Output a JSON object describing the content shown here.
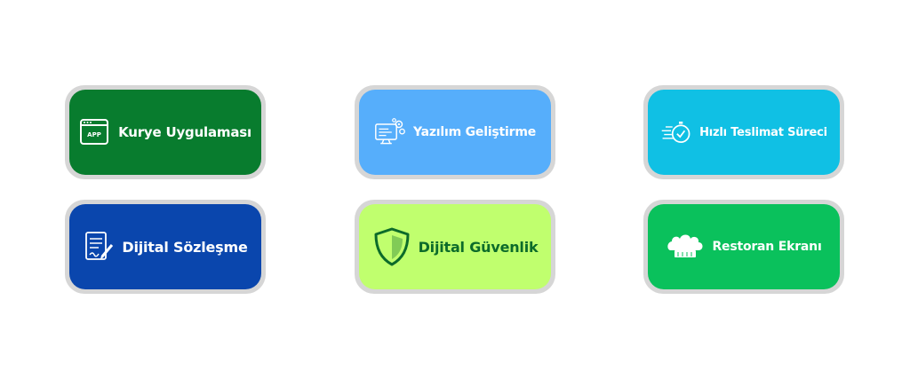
{
  "colors": {
    "frame": "#d6d6d6",
    "white": "#ffffff",
    "dark_green_text": "#0c6b2a"
  },
  "cards": [
    {
      "label": "Kurye Uygulaması",
      "icon": "app-window-icon",
      "icon_text": "APP",
      "bg": "#087c2e",
      "fg": "#ffffff"
    },
    {
      "label": "Yazılım Geliştirme",
      "icon": "software-dev-icon",
      "bg": "#56aefb",
      "fg": "#ffffff"
    },
    {
      "label": "Hızlı Teslimat Süreci",
      "icon": "stopwatch-icon",
      "bg": "#10c0e4",
      "fg": "#ffffff"
    },
    {
      "label": "Dijital Sözleşme",
      "icon": "contract-document-icon",
      "bg": "#0a46ad",
      "fg": "#ffffff"
    },
    {
      "label": "Dijital Güvenlik",
      "icon": "shield-icon",
      "bg": "#c0ff6e",
      "fg": "#0c6b2a"
    },
    {
      "label": "Restoran Ekranı",
      "icon": "chef-hat-icon",
      "bg": "#0ac15c",
      "fg": "#ffffff"
    }
  ]
}
